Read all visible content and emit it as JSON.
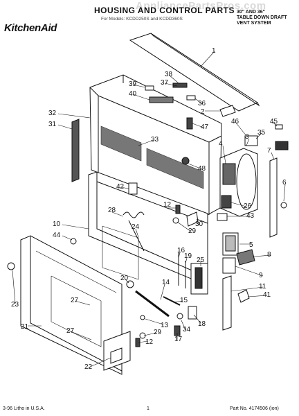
{
  "header": {
    "brand": "KitchenAid",
    "title": "HOUSING AND CONTROL PARTS",
    "subtitle": "For Models: KCDD250S and KCDD360S",
    "model_lines": [
      "30\" AND 36\"",
      "TABLE DOWN DRAFT",
      "VENT SYSTEM"
    ],
    "watermark": "AppliancePartsPros.com"
  },
  "footer": {
    "litho": "3-96 Litho in U.S.A.",
    "page": "1",
    "part_no": "Part No. 4174506 (ion)"
  },
  "colors": {
    "ink": "#111111",
    "shade": "#3a3a3a",
    "hatch": "#555555",
    "watermark": "#d9d9d9"
  },
  "callouts": [
    {
      "n": "1"
    },
    {
      "n": "2"
    },
    {
      "n": "3"
    },
    {
      "n": "4"
    },
    {
      "n": "5"
    },
    {
      "n": "6"
    },
    {
      "n": "7"
    },
    {
      "n": "8"
    },
    {
      "n": "9"
    },
    {
      "n": "10"
    },
    {
      "n": "11"
    },
    {
      "n": "12"
    },
    {
      "n": "12"
    },
    {
      "n": "13"
    },
    {
      "n": "14"
    },
    {
      "n": "15"
    },
    {
      "n": "16"
    },
    {
      "n": "17"
    },
    {
      "n": "18"
    },
    {
      "n": "19"
    },
    {
      "n": "20"
    },
    {
      "n": "21"
    },
    {
      "n": "22"
    },
    {
      "n": "23"
    },
    {
      "n": "24"
    },
    {
      "n": "25"
    },
    {
      "n": "26"
    },
    {
      "n": "27"
    },
    {
      "n": "27"
    },
    {
      "n": "28"
    },
    {
      "n": "29"
    },
    {
      "n": "29"
    },
    {
      "n": "30"
    },
    {
      "n": "31"
    },
    {
      "n": "32"
    },
    {
      "n": "33"
    },
    {
      "n": "34"
    },
    {
      "n": "35"
    },
    {
      "n": "36"
    },
    {
      "n": "37"
    },
    {
      "n": "38"
    },
    {
      "n": "39"
    },
    {
      "n": "40"
    },
    {
      "n": "41"
    },
    {
      "n": "42"
    },
    {
      "n": "43"
    },
    {
      "n": "44"
    },
    {
      "n": "45"
    },
    {
      "n": "46"
    },
    {
      "n": "47"
    },
    {
      "n": "48"
    }
  ]
}
